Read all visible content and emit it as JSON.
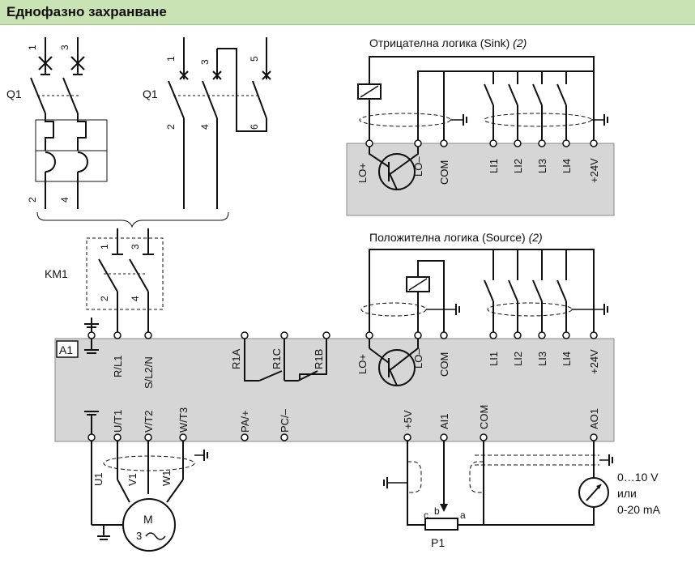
{
  "title": "Еднофазно захранване",
  "colors": {
    "panel": "#d6d6d6",
    "panel_border": "#888888",
    "title_bg": "#c9e3b4",
    "line": "#111111"
  },
  "sink_title": "Отрицателна логика (Sink)",
  "source_title": "Положителна логика (Source)",
  "note_ref": "(2)",
  "labels": {
    "q1": "Q1",
    "km1": "KM1",
    "a1": "A1",
    "n1": "1",
    "n2": "2",
    "n3": "3",
    "n4": "4",
    "n5": "5",
    "n6": "6",
    "rl1": "R/L1",
    "sl2n": "S/L2/N",
    "r1a": "R1A",
    "r1c": "R1C",
    "r1b": "R1B",
    "lop": "LO+",
    "lom": "LO–",
    "com": "COM",
    "li1": "LI1",
    "li2": "LI2",
    "li3": "LI3",
    "li4": "LI4",
    "p24": "+24V",
    "ut1": "U/T1",
    "vt2": "V/T2",
    "wt3": "W/T3",
    "pap": "PA/+",
    "pcm": "PC/–",
    "p5v": "+5V",
    "ai1": "AI1",
    "com2": "COM",
    "ao1": "AO1",
    "u1": "U1",
    "v1": "V1",
    "w1": "W1",
    "motor_m": "M",
    "motor_3": "3",
    "p1": "P1",
    "pa": "a",
    "pb": "b",
    "pc": "c",
    "meter1": "0…10 V",
    "meter2": "или",
    "meter3": "0-20 mA"
  }
}
